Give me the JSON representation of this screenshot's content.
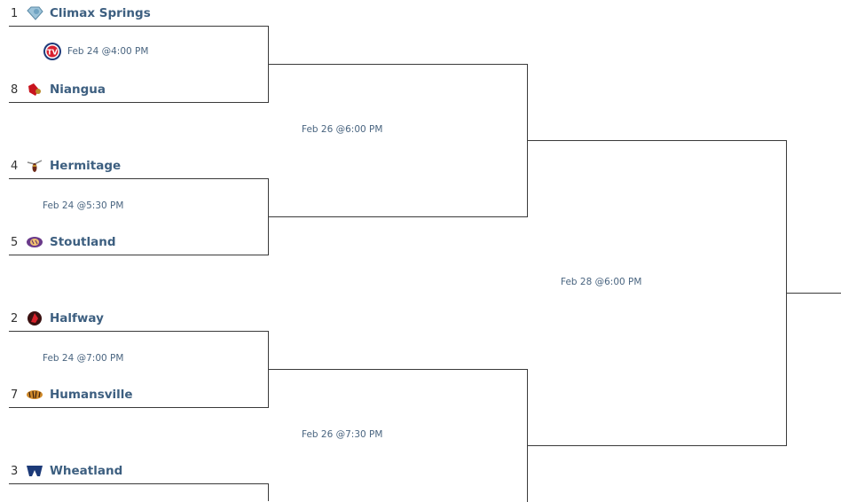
{
  "bracket": {
    "teams": [
      {
        "seed": "1",
        "name": "Climax Springs",
        "logo": "diamond-mascot-icon"
      },
      {
        "seed": "8",
        "name": "Niangua",
        "logo": "cardinal-icon"
      },
      {
        "seed": "4",
        "name": "Hermitage",
        "logo": "hornet-icon"
      },
      {
        "seed": "5",
        "name": "Stoutland",
        "logo": "tiger-icon"
      },
      {
        "seed": "2",
        "name": "Halfway",
        "logo": "cardinal-circle-icon"
      },
      {
        "seed": "7",
        "name": "Humansville",
        "logo": "tiger-stripe-icon"
      },
      {
        "seed": "3",
        "name": "Wheatland",
        "logo": "w-logo-icon"
      }
    ],
    "games": [
      {
        "time": "Feb 24 @4:00 PM",
        "tv": true
      },
      {
        "time": "Feb 24 @5:30 PM",
        "tv": false
      },
      {
        "time": "Feb 24 @7:00 PM",
        "tv": false
      },
      {
        "time": "Feb 26 @6:00 PM",
        "tv": false
      },
      {
        "time": "Feb 26 @7:30 PM",
        "tv": false
      },
      {
        "time": "Feb 28 @6:00 PM",
        "tv": false
      }
    ],
    "colors": {
      "team_text": "#3d5f80",
      "line": "#3a3a3a",
      "date_text": "#4a6580"
    }
  }
}
